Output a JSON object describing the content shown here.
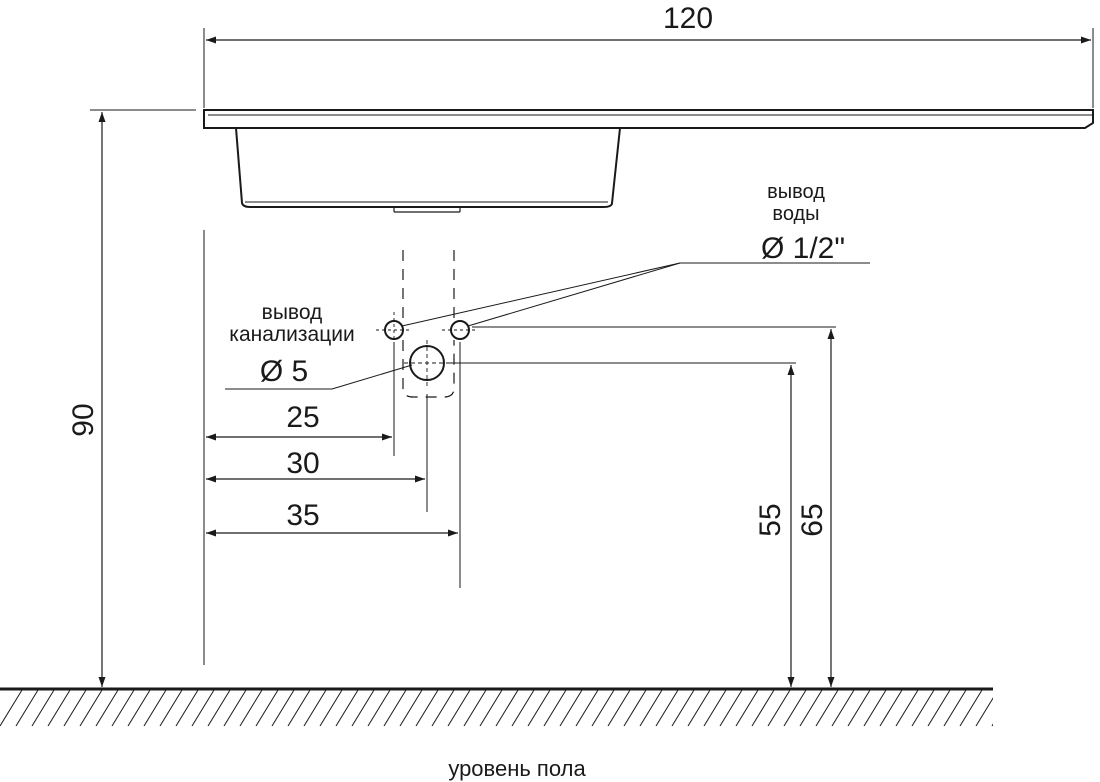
{
  "dimensions": {
    "width_total": "120",
    "height_total": "90",
    "drain_offset_1": "25",
    "drain_offset_2": "30",
    "drain_offset_3": "35",
    "drain_height": "55",
    "water_height": "65"
  },
  "labels": {
    "water_outlet_line1": "вывод",
    "water_outlet_line2": "воды",
    "water_outlet_size": "Ø 1/2\"",
    "sewer_outlet_line1": "вывод",
    "sewer_outlet_line2": "канализации",
    "sewer_outlet_size": "Ø 5",
    "floor_level": "уровень пола"
  },
  "colors": {
    "line": "#1a1a1a",
    "background": "#ffffff"
  }
}
